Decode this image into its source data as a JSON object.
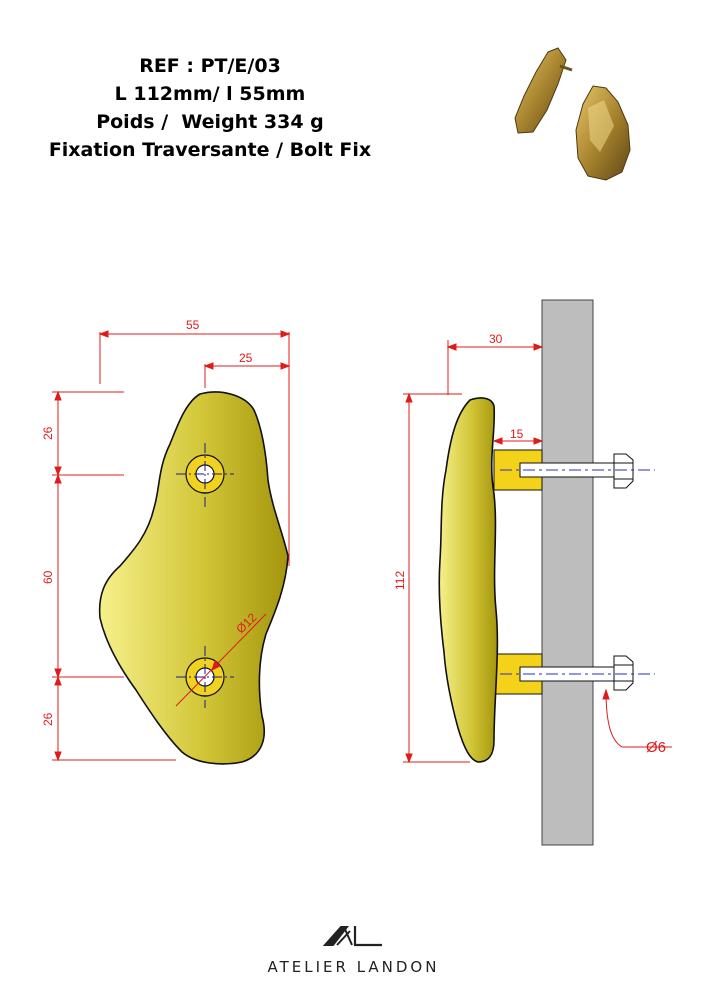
{
  "spec": {
    "ref": "REF : PT/E/03",
    "dimensions": "L 112mm/ l 55mm",
    "weight": "Poids /  Weight 334 g",
    "fixing": "Fixation Traversante / Bolt Fix"
  },
  "front_view": {
    "width_total": "55",
    "width_to_center": "25",
    "top_offset": "26",
    "hole_spacing": "60",
    "bottom_offset": "26",
    "hole_diameter": "Ø12"
  },
  "side_view": {
    "standoff": "30",
    "spacer": "15",
    "length": "112",
    "bolt_diameter": "Ø6"
  },
  "brand": {
    "logo_text": "AL",
    "name": "ATELIER LANDON"
  },
  "colors": {
    "dimension": "#e01b1b",
    "brass_light": "#f4ee84",
    "brass_dark": "#a99a10",
    "spacer": "#f5d21a",
    "door": "#bdbdbd",
    "axis": "#2a2ad0"
  }
}
